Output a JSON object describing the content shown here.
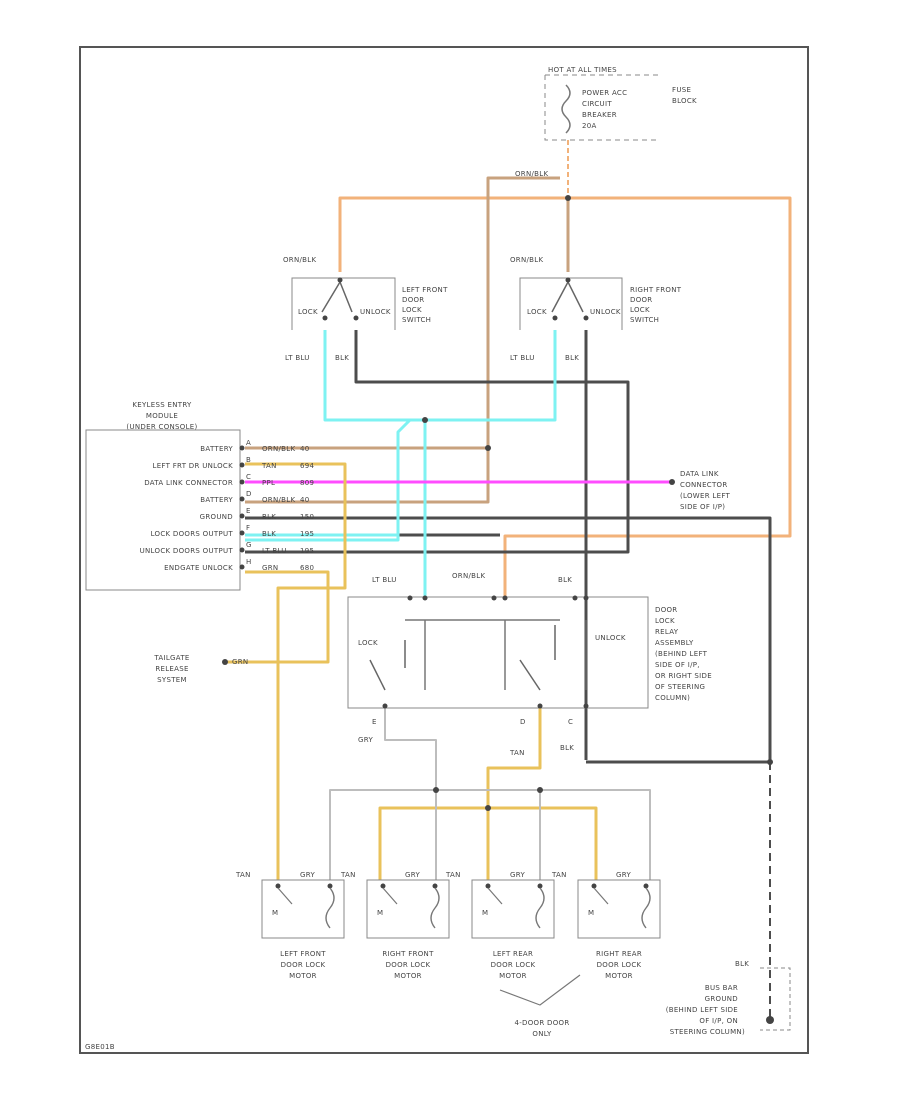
{
  "fuse_block": {
    "hot_label": "HOT AT ALL TIMES",
    "breaker_lines": [
      "POWER ACC",
      "CIRCUIT",
      "BREAKER",
      "20A"
    ],
    "block_lines": [
      "FUSE",
      "BLOCK"
    ]
  },
  "wire_orn_blk_top": "ORN/BLK",
  "left_switch": {
    "feed": "ORN/BLK",
    "lock": "LOCK",
    "unlock": "UNLOCK",
    "name_lines": [
      "LEFT FRONT",
      "DOOR",
      "LOCK",
      "SWITCH"
    ],
    "wire_a": "LT BLU",
    "wire_b": "BLK"
  },
  "right_switch": {
    "feed": "ORN/BLK",
    "lock": "LOCK",
    "unlock": "UNLOCK",
    "name_lines": [
      "RIGHT FRONT",
      "DOOR",
      "LOCK",
      "SWITCH"
    ],
    "wire_a": "LT BLU",
    "wire_b": "BLK"
  },
  "module": {
    "title_lines": [
      "KEYLESS ENTRY",
      "MODULE",
      "(UNDER CONSOLE)"
    ],
    "pins": [
      {
        "label": "BATTERY",
        "pin": "A",
        "wire": "ORN/BLK",
        "num": "40"
      },
      {
        "label": "LEFT FRT DR UNLOCK",
        "pin": "B",
        "wire": "TAN",
        "num": "694"
      },
      {
        "label": "DATA LINK CONNECTOR",
        "pin": "C",
        "wire": "PPL",
        "num": "809"
      },
      {
        "label": "BATTERY",
        "pin": "D",
        "wire": "ORN/BLK",
        "num": "40"
      },
      {
        "label": "GROUND",
        "pin": "E",
        "wire": "BLK",
        "num": "150"
      },
      {
        "label": "LOCK DOORS OUTPUT",
        "pin": "F",
        "wire": "BLK",
        "num": "195"
      },
      {
        "label": "UNLOCK DOORS OUTPUT",
        "pin": "G",
        "wire": "LT BLU",
        "num": "195"
      },
      {
        "label": "ENDGATE UNLOCK",
        "pin": "H",
        "wire": "GRN",
        "num": "680"
      }
    ]
  },
  "dlc_lines": [
    "DATA LINK",
    "CONNECTOR",
    "(LOWER LEFT",
    "SIDE OF I/P)"
  ],
  "tailgate_lines": [
    "TAILGATE",
    "RELEASE",
    "SYSTEM"
  ],
  "tailgate_wire": "GRN",
  "relay": {
    "top_wires": [
      "LT BLU",
      "ORN/BLK",
      "BLK"
    ],
    "lock": "LOCK",
    "unlock": "UNLOCK",
    "name_lines": [
      "DOOR",
      "LOCK",
      "RELAY",
      "ASSEMBLY",
      "(BEHIND LEFT",
      "SIDE OF I/P,",
      "OR RIGHT SIDE",
      "OF STEERING",
      "COLUMN)"
    ],
    "pin_e": "E",
    "pin_d": "D",
    "pin_c": "C",
    "wire_gry": "GRY",
    "wire_tan": "TAN",
    "wire_blk": "BLK"
  },
  "motors": [
    {
      "name_lines": [
        "LEFT FRONT",
        "DOOR LOCK",
        "MOTOR"
      ],
      "wire_a": "TAN",
      "wire_b": "GRY",
      "mark": "M"
    },
    {
      "name_lines": [
        "RIGHT FRONT",
        "DOOR LOCK",
        "MOTOR"
      ],
      "wire_a": "TAN",
      "wire_b": "GRY",
      "mark": "M"
    },
    {
      "name_lines": [
        "LEFT REAR",
        "DOOR LOCK",
        "MOTOR"
      ],
      "wire_a": "TAN",
      "wire_b": "GRY",
      "mark": "M"
    },
    {
      "name_lines": [
        "RIGHT REAR",
        "DOOR LOCK",
        "MOTOR"
      ],
      "wire_a": "TAN",
      "wire_b": "GRY",
      "mark": "M"
    }
  ],
  "four_door_lines": [
    "4-DOOR DOOR",
    "ONLY"
  ],
  "ground": {
    "wire": "BLK",
    "lines": [
      "BUS BAR",
      "GROUND",
      "(BEHIND LEFT SIDE",
      "OF I/P, ON",
      "STEERING COLUMN)"
    ]
  },
  "corner_code": "G8E01B",
  "colors": {
    "orange": "#f2b27a",
    "tan": "#c8a27e",
    "black": "#4d4d4d",
    "lt_blue": "#7ef2f2",
    "purple": "#ff4dff",
    "yellow": "#e9c25b",
    "grey": "#bdbdbd"
  }
}
